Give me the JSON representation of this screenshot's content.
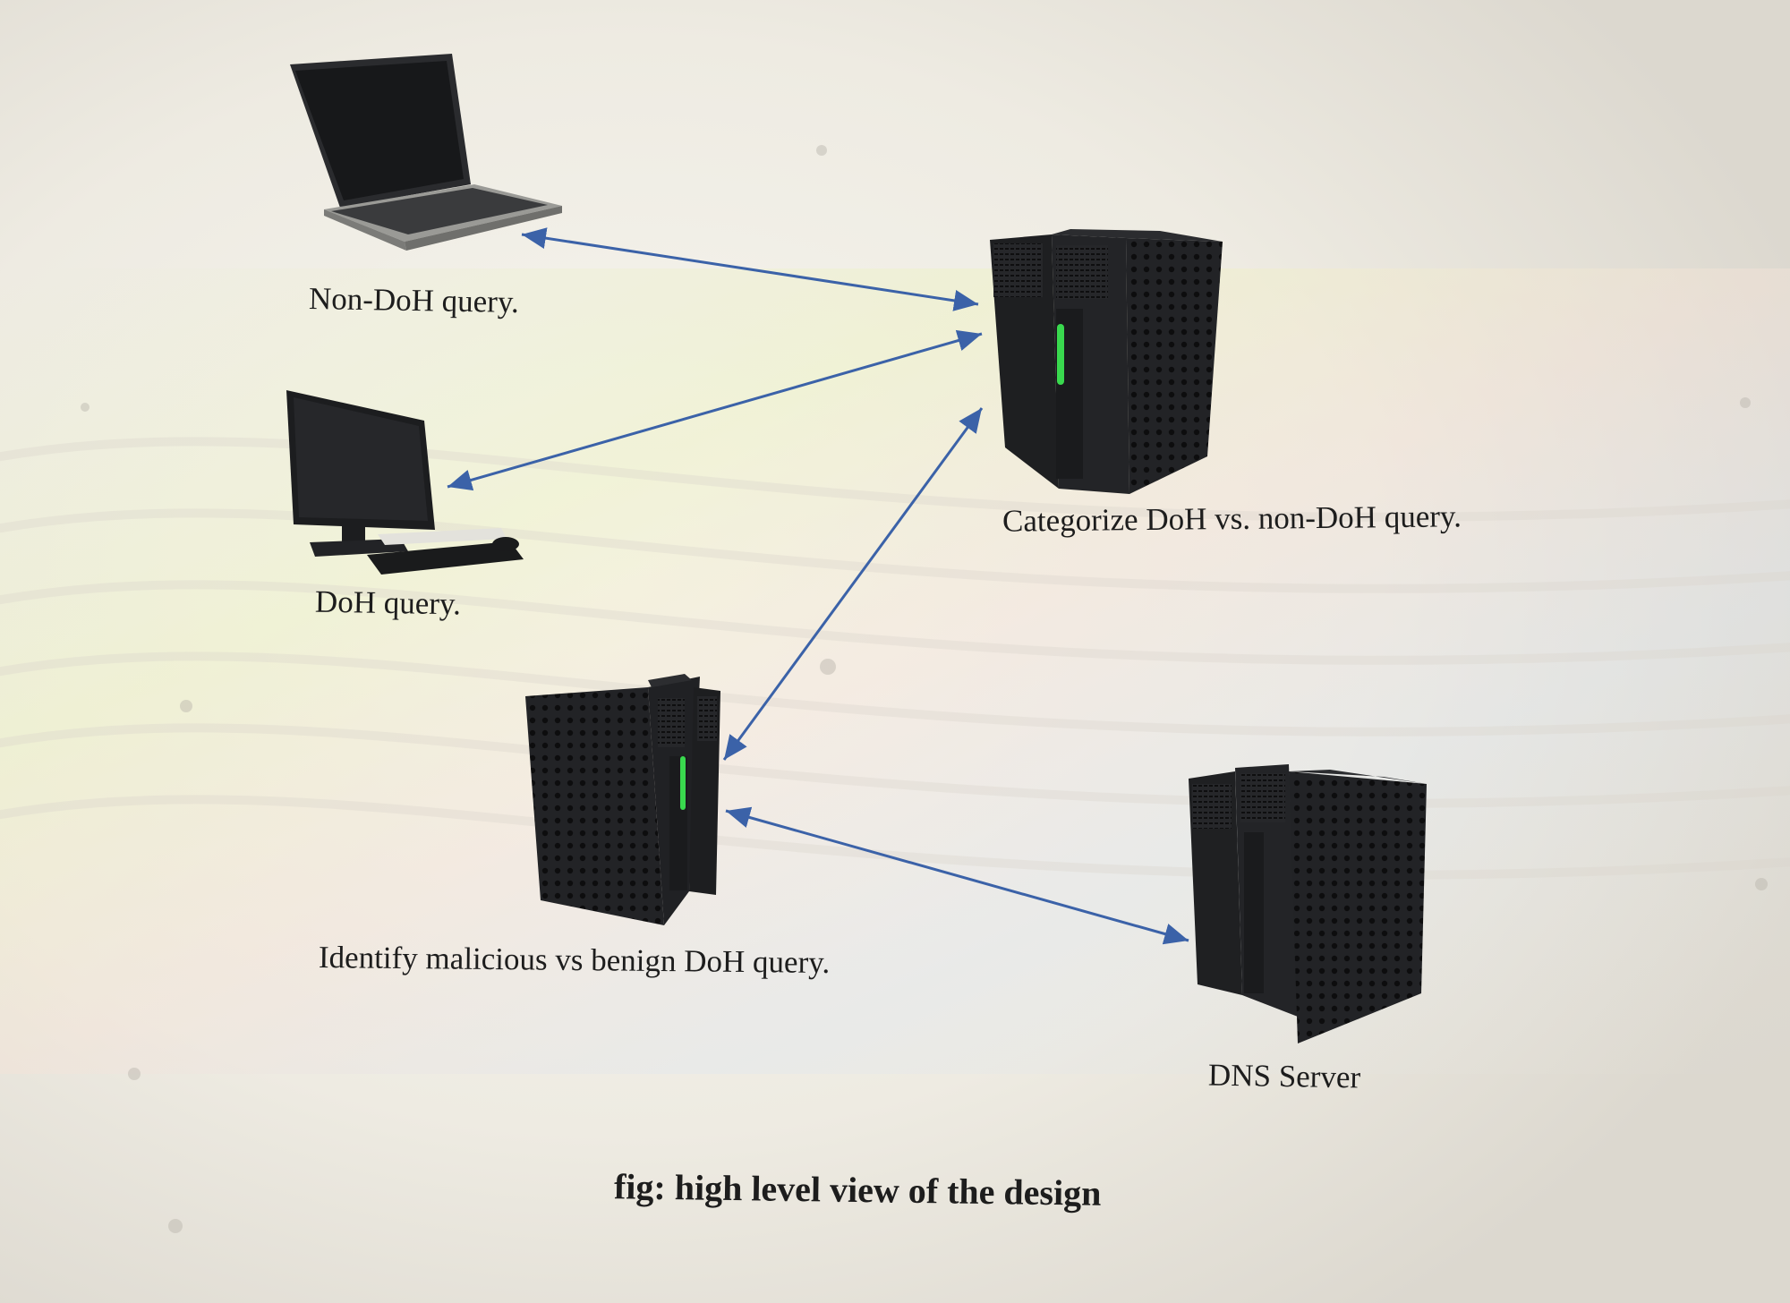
{
  "diagram": {
    "nodes": {
      "non_doh_client": {
        "label": "Non-DoH query.",
        "icon": "laptop-icon"
      },
      "doh_client": {
        "label": "DoH query.",
        "icon": "desktop-computer-icon"
      },
      "categorizer": {
        "label": "Categorize DoH vs. non-DoH query.",
        "icon": "server-icon"
      },
      "identifier": {
        "label": "Identify malicious vs benign DoH query.",
        "icon": "server-icon"
      },
      "dns_server": {
        "label": "DNS Server",
        "icon": "server-icon"
      }
    },
    "edges": [
      {
        "from": "non_doh_client",
        "to": "categorizer",
        "direction": "bidirectional"
      },
      {
        "from": "doh_client",
        "to": "categorizer",
        "direction": "bidirectional"
      },
      {
        "from": "categorizer",
        "to": "identifier",
        "direction": "bidirectional"
      },
      {
        "from": "identifier",
        "to": "dns_server",
        "direction": "bidirectional"
      }
    ],
    "caption": "fig: high level view of the design"
  },
  "colors": {
    "arrow": "#3b62a8",
    "device": "#1e1f21",
    "led": "#39d94e",
    "text": "#1d1d1d"
  }
}
